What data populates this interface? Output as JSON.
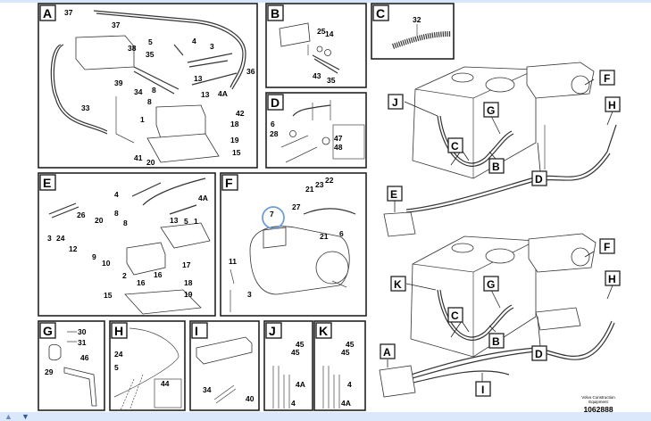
{
  "panels": {
    "A": {
      "tag": "A",
      "labels": [
        "37",
        "37",
        "38",
        "35",
        "5",
        "4",
        "3",
        "36",
        "39",
        "34",
        "8",
        "13",
        "13",
        "4A",
        "8",
        "42",
        "33",
        "1",
        "18",
        "19",
        "41",
        "20",
        "15"
      ]
    },
    "B": {
      "tag": "B",
      "labels": [
        "25",
        "14",
        "43",
        "35"
      ]
    },
    "C": {
      "tag": "C",
      "labels": [
        "32"
      ]
    },
    "D": {
      "tag": "D",
      "labels": [
        "6",
        "28",
        "47",
        "48"
      ]
    },
    "E": {
      "tag": "E",
      "labels": [
        "4",
        "4A",
        "26",
        "20",
        "8",
        "8",
        "13",
        "5",
        "1",
        "3",
        "24",
        "12",
        "9",
        "10",
        "17",
        "16",
        "16",
        "2",
        "18",
        "19",
        "15"
      ]
    },
    "F": {
      "tag": "F",
      "labels": [
        "22",
        "21",
        "23",
        "27",
        "7",
        "21",
        "6",
        "11",
        "3"
      ],
      "highlighted": "7"
    },
    "G": {
      "tag": "G",
      "labels": [
        "30",
        "31",
        "46",
        "29"
      ]
    },
    "H": {
      "tag": "H",
      "labels": [
        "24",
        "5",
        "44"
      ]
    },
    "I": {
      "tag": "I",
      "labels": [
        "34",
        "40"
      ]
    },
    "J": {
      "tag": "J",
      "labels": [
        "45",
        "45",
        "4A",
        "4"
      ]
    },
    "K": {
      "tag": "K",
      "labels": [
        "45",
        "45",
        "4",
        "4A"
      ]
    }
  },
  "overview_top": {
    "callouts": [
      "J",
      "G",
      "C",
      "B",
      "D",
      "F",
      "H",
      "E"
    ]
  },
  "overview_bottom": {
    "callouts": [
      "K",
      "G",
      "C",
      "B",
      "D",
      "F",
      "H",
      "A",
      "I"
    ]
  },
  "footer": {
    "credit_line1": "Volvo Construction",
    "credit_line2": "Equipment",
    "doc_number": "1062888"
  },
  "nav": {
    "up_icon": "▲",
    "down_icon": "▼"
  },
  "colors": {
    "highlight": "#6d9ed6",
    "strip": "#dbe8fb"
  }
}
